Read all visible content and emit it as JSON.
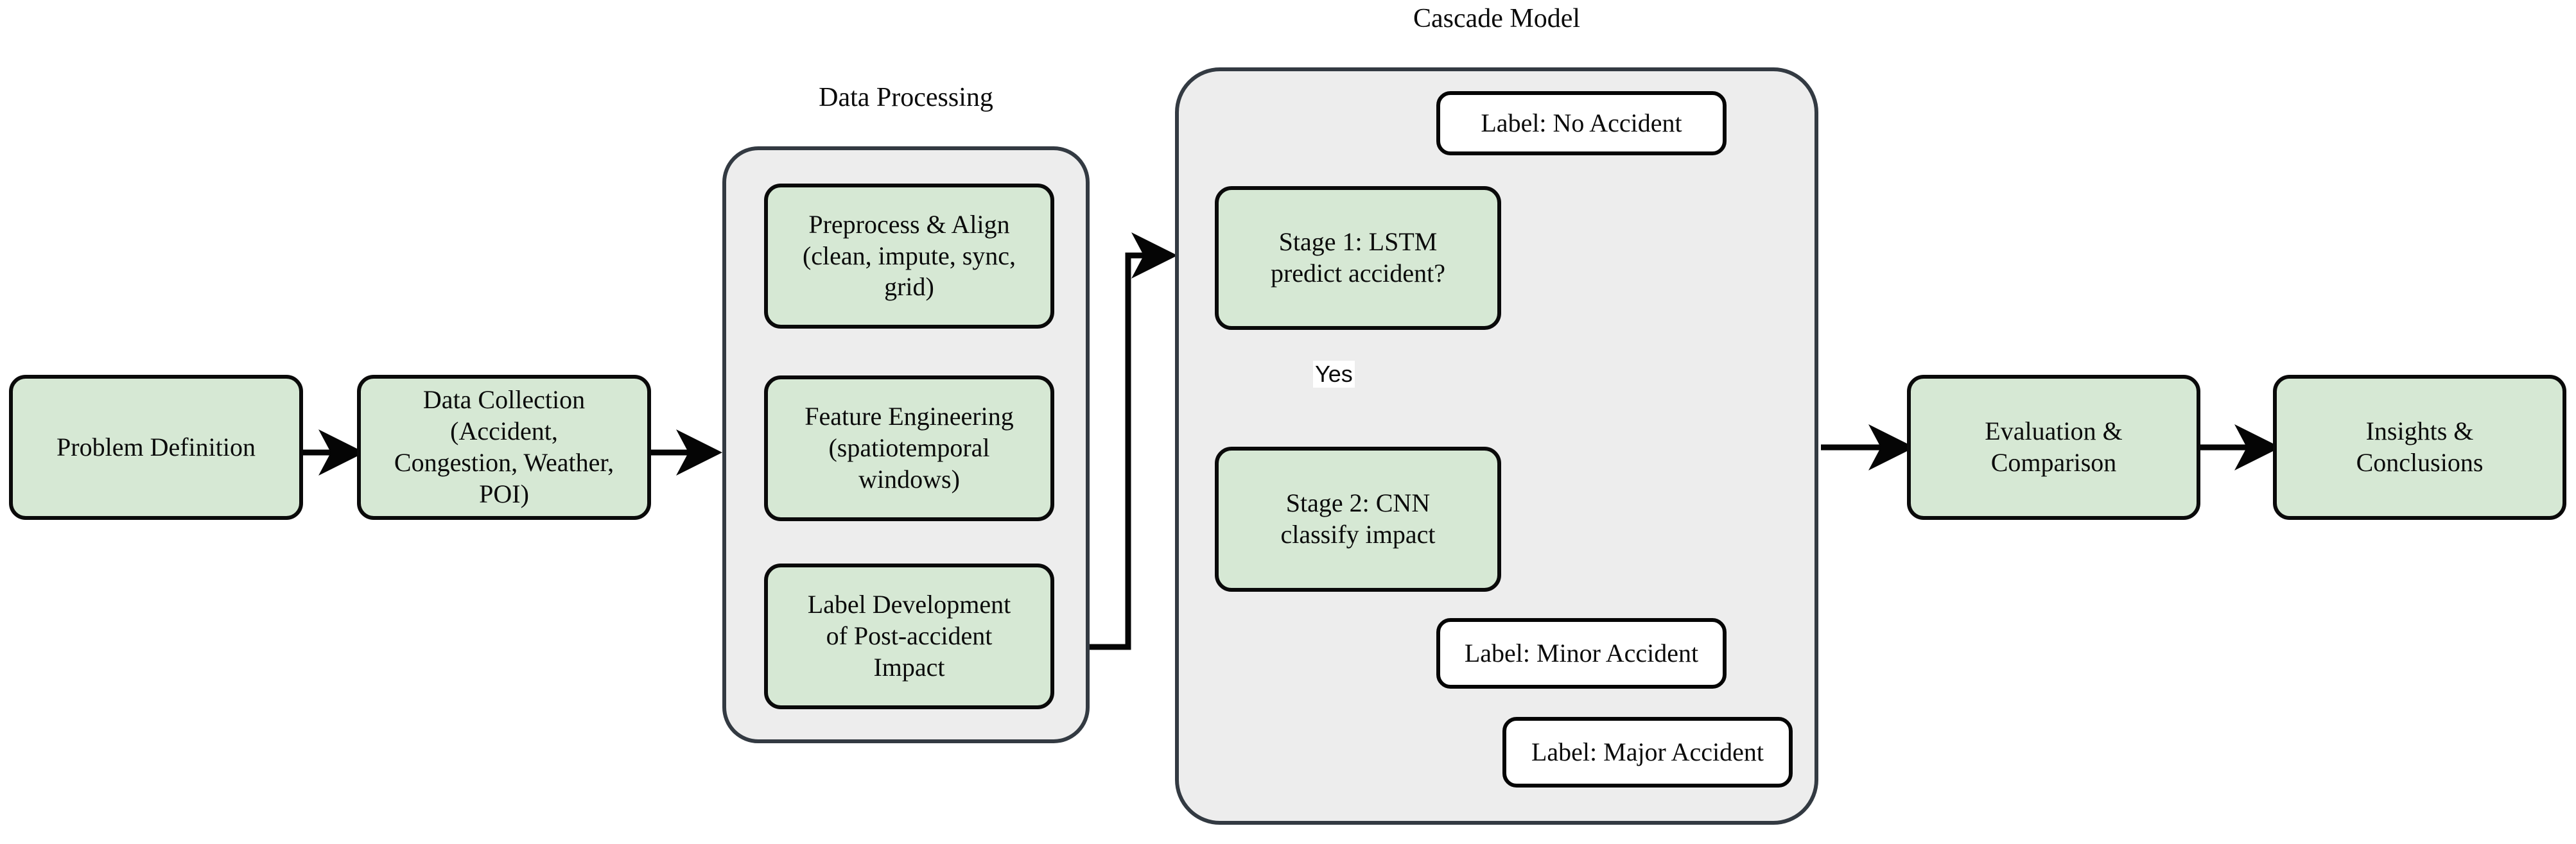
{
  "diagram": {
    "title_visible": false,
    "colors": {
      "node_fill_green": "#d6e8d4",
      "node_fill_white": "#ffffff",
      "node_stroke": "#0a0a0a",
      "group_fill": "#ededed",
      "group_stroke": "#333a42",
      "canvas": "#ffffff",
      "text": "#0b0b0b"
    },
    "groups": [
      {
        "id": "data-processing",
        "title": "Data Processing"
      },
      {
        "id": "cascade-model",
        "title": "Cascade Model"
      }
    ],
    "nodes": [
      {
        "id": "problem-definition",
        "label": "Problem Definition",
        "style": "green"
      },
      {
        "id": "data-collection",
        "label": "Data Collection (Accident, Congestion, Weather, POI)",
        "style": "green"
      },
      {
        "id": "preprocess-align",
        "label": "Preprocess & Align (clean, impute, sync, grid)",
        "style": "green"
      },
      {
        "id": "feature-engineering",
        "label": "Feature Engineering (spatiotemporal windows)",
        "style": "green"
      },
      {
        "id": "label-development",
        "label": "Label Development of Post-accident Impact",
        "style": "green"
      },
      {
        "id": "stage1-lstm",
        "label": "Stage 1: LSTM predict accident?",
        "style": "green"
      },
      {
        "id": "stage2-cnn",
        "label": "Stage 2: CNN classify impact",
        "style": "green"
      },
      {
        "id": "label-no-accident",
        "label": "Label: No Accident",
        "style": "white"
      },
      {
        "id": "label-minor-accident",
        "label": "Label: Minor Accident",
        "style": "white"
      },
      {
        "id": "label-major-accident",
        "label": "Label: Major Accident",
        "style": "white"
      },
      {
        "id": "evaluation-comparison",
        "label": "Evaluation & Comparison",
        "style": "green"
      },
      {
        "id": "insights-conclusions",
        "label": "Insights & Conclusions",
        "style": "green"
      }
    ],
    "edge_labels": [
      {
        "id": "yes-label",
        "text": "Yes"
      }
    ],
    "edges": [
      {
        "from": "problem-definition",
        "to": "data-collection",
        "label": ""
      },
      {
        "from": "data-collection",
        "to": "data-processing",
        "label": ""
      },
      {
        "from": "preprocess-align",
        "to": "feature-engineering",
        "label": ""
      },
      {
        "from": "feature-engineering",
        "to": "label-development",
        "label": ""
      },
      {
        "from": "data-processing",
        "to": "stage1-lstm",
        "label": ""
      },
      {
        "from": "stage1-lstm",
        "to": "label-no-accident",
        "label": ""
      },
      {
        "from": "stage1-lstm",
        "to": "stage2-cnn",
        "label": "Yes"
      },
      {
        "from": "stage2-cnn",
        "to": "label-minor-accident",
        "label": ""
      },
      {
        "from": "stage2-cnn",
        "to": "label-major-accident",
        "label": ""
      },
      {
        "from": "cascade-model",
        "to": "evaluation-comparison",
        "label": ""
      },
      {
        "from": "evaluation-comparison",
        "to": "insights-conclusions",
        "label": ""
      }
    ]
  },
  "node_text": {
    "problem_definition": "Problem Definition",
    "data_collection_l1": "Data Collection",
    "data_collection_l2": "(Accident,",
    "data_collection_l3": "Congestion, Weather,",
    "data_collection_l4": "POI)",
    "preprocess_l1": "Preprocess & Align",
    "preprocess_l2": "(clean, impute, sync,",
    "preprocess_l3": "grid)",
    "feature_l1": "Feature Engineering",
    "feature_l2": "(spatiotemporal",
    "feature_l3": "windows)",
    "labeldev_l1": "Label Development",
    "labeldev_l2": "of Post-accident",
    "labeldev_l3": "Impact",
    "stage1_l1": "Stage 1: LSTM",
    "stage1_l2": "predict accident?",
    "stage2_l1": "Stage 2: CNN",
    "stage2_l2": "classify impact",
    "no_accident": "Label: No Accident",
    "minor_accident": "Label: Minor Accident",
    "major_accident": "Label: Major Accident",
    "evaluation_l1": "Evaluation &",
    "evaluation_l2": "Comparison",
    "insights_l1": "Insights &",
    "insights_l2": "Conclusions",
    "yes": "Yes",
    "group_data_processing": "Data Processing",
    "group_cascade_model": "Cascade Model"
  }
}
